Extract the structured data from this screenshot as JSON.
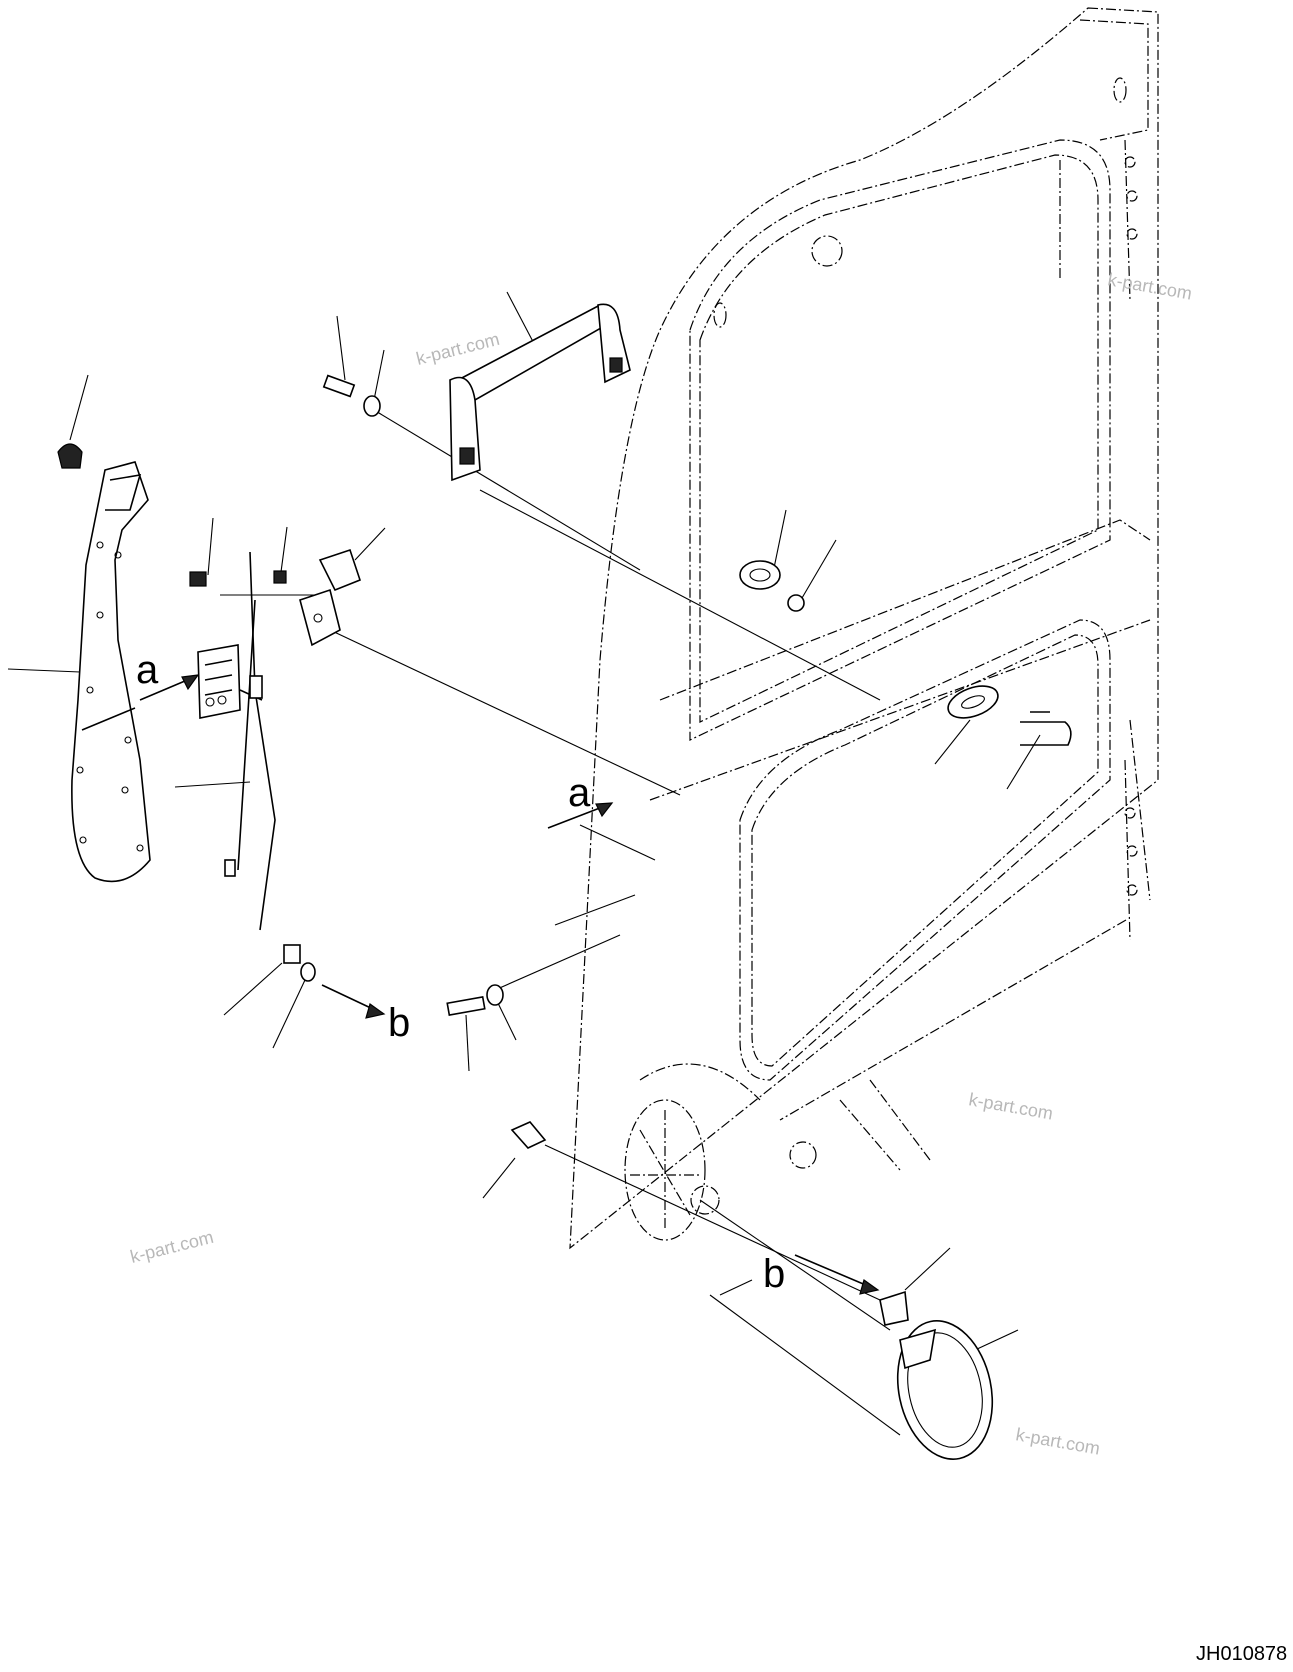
{
  "diagram": {
    "drawing_code": "JH010878",
    "watermarks": [
      "k-part.com",
      "k-part.com",
      "k-part.com",
      "k-part.com",
      "k-part.com"
    ],
    "view_markers": {
      "a_left": "a",
      "a_right": "a",
      "b_left": "b",
      "b_right": "b"
    },
    "parts": [
      {
        "name": "door-panel"
      },
      {
        "name": "grab-handle"
      },
      {
        "name": "trim-cover"
      },
      {
        "name": "door-lock"
      },
      {
        "name": "lock-rod"
      },
      {
        "name": "striker"
      },
      {
        "name": "outer-handle"
      }
    ]
  }
}
